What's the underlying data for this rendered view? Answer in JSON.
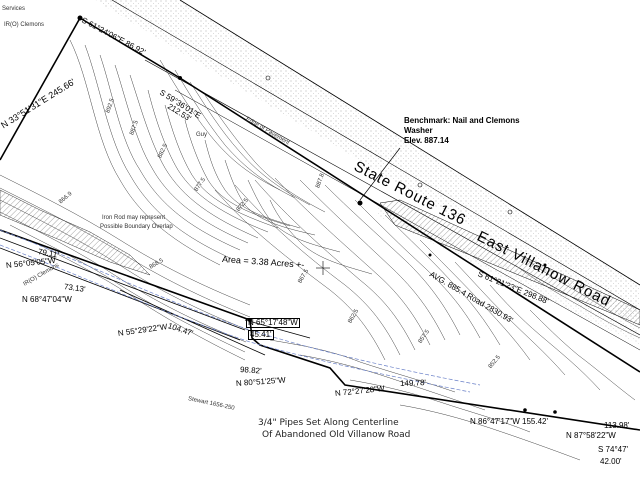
{
  "road": {
    "line1": "State Route 136",
    "line2": "East Villanow Road"
  },
  "benchmark": {
    "line1": "Benchmark: Nail and Clemons",
    "line2": "Washer",
    "line3": "Elev. 887.14"
  },
  "area": {
    "label": "Area = 3.38 Acres +-"
  },
  "bearings": {
    "north_west": "N 33°51'31\"E 245.66'",
    "top": "S 61°24'06\"E 86.92'",
    "mid_diag": "S 59°36'01\"E",
    "mid_dist": "212.53'",
    "road_seg": "S 61°21'23\"E 298.88'",
    "road_ref": "AVG. 885.4  Road 2830.93'",
    "w1": "N 56°05'05\"W",
    "w1_dist": "79.11'",
    "w2": "N 68°47'04\"W",
    "w2_dist": "73.13'",
    "w3": "N 55°29'22\"W",
    "w3_dist": "104.47'",
    "box1": "N 65°17'48\"W",
    "box1_dist": "45.41'",
    "s1": "N 80°51'25\"W",
    "s1_dist": "98.82'",
    "s2": "N 72°27'28\"W",
    "s2_dist": "149.78'",
    "s3": "N 86°47'17\"W",
    "s3_dist": "155.42'",
    "s4": "N 87°58'22\"W",
    "s4_dist": "113.98'",
    "s5": "S 74°47'",
    "s5_dist": "42.00'"
  },
  "notes": {
    "iron_rod_1": "Iron Rod may represent",
    "iron_rod_2": "Possible Boundary Overlap",
    "pipes_1": "3/4\" Pipes Set Along Centerline",
    "pipes_2": "Of Abandoned Old Villanow Road",
    "services": "Services",
    "ip_clemons": "IR(O) Clemons",
    "ip_clemons_w": "IR(O) Clemons",
    "row_pavement": "Edge of Pavement",
    "stewart": "Stewart 1656-250",
    "guy": "Guy"
  },
  "contours": [
    "892.5",
    "887.5",
    "882.5",
    "877.5",
    "872.5",
    "867.5",
    "862.5",
    "857.5",
    "852.5",
    "887.8",
    "868.5",
    "866.9"
  ],
  "colors": {
    "line": "#000000",
    "contour": "#444444",
    "hatch": "#777777",
    "road_edge": "#6a80c8"
  }
}
